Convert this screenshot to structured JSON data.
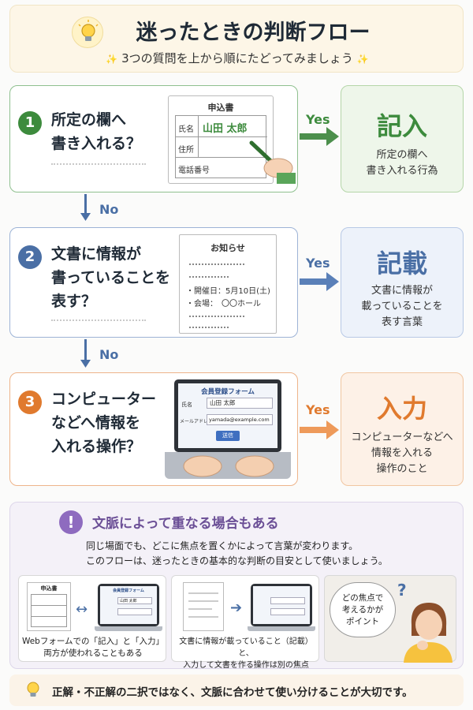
{
  "header": {
    "title": "迷ったときの判断フロー",
    "subtitle": "3つの質問を上から順にたどってみましょう",
    "icon": "lightbulb-icon"
  },
  "steps": [
    {
      "number": "1",
      "question": "所定の欄へ\n書き入れる？",
      "color": "#3d8b3d",
      "yes": "Yes",
      "result_term": "記入",
      "result_desc": "所定の欄へ\n書き入れる行為",
      "illustration": {
        "title": "申込書",
        "rows": [
          "氏名",
          "住所",
          "電話番号"
        ],
        "name_value": "山田 太郎"
      }
    },
    {
      "number": "2",
      "question": "文書に情報が\n書っていることを\n表す？",
      "color": "#4a6fa5",
      "yes": "Yes",
      "result_term": "記載",
      "result_desc": "文書に情報が\n載っていることを\n表す言葉",
      "illustration": {
        "title": "お知らせ",
        "line1": "・開催日：5月10日(土)",
        "line2": "・会場：　〇〇ホール"
      }
    },
    {
      "number": "3",
      "question": "コンピューター\nなどへ情報を\n入れる操作？",
      "color": "#e07a2e",
      "yes": "Yes",
      "result_term": "入力",
      "result_desc": "コンピューターなどへ\n情報を入れる\n操作のこと",
      "illustration": {
        "title": "会員登録フォーム",
        "label_name": "氏名",
        "value_name": "山田 太郎",
        "label_mail": "メールアドレス",
        "value_mail": "yamada@example.com",
        "button": "送信"
      }
    }
  ],
  "no_label": "No",
  "context": {
    "title": "文脈によって重なる場合もある",
    "body": "同じ場面でも、どこに焦点を置くかによって言葉が変わります。\nこのフローは、迷ったときの基本的な判断の目安として使いましょう。",
    "example1_caption": "Webフォームでの「記入」と「入力」\n両方が使われることもある",
    "example2_caption": "文書に情報が載っていること（記載）と、\n入力して文書を作る操作は別の焦点",
    "example1_paper_title": "申込書",
    "example1_screen_title": "会員登録フォーム",
    "example1_screen_name": "山田 太郎",
    "speech": "どの焦点で\n考えるかが\nポイント"
  },
  "footer": {
    "text": "正解・不正解の二択ではなく、文脈に合わせて使い分けることが大切です。"
  }
}
